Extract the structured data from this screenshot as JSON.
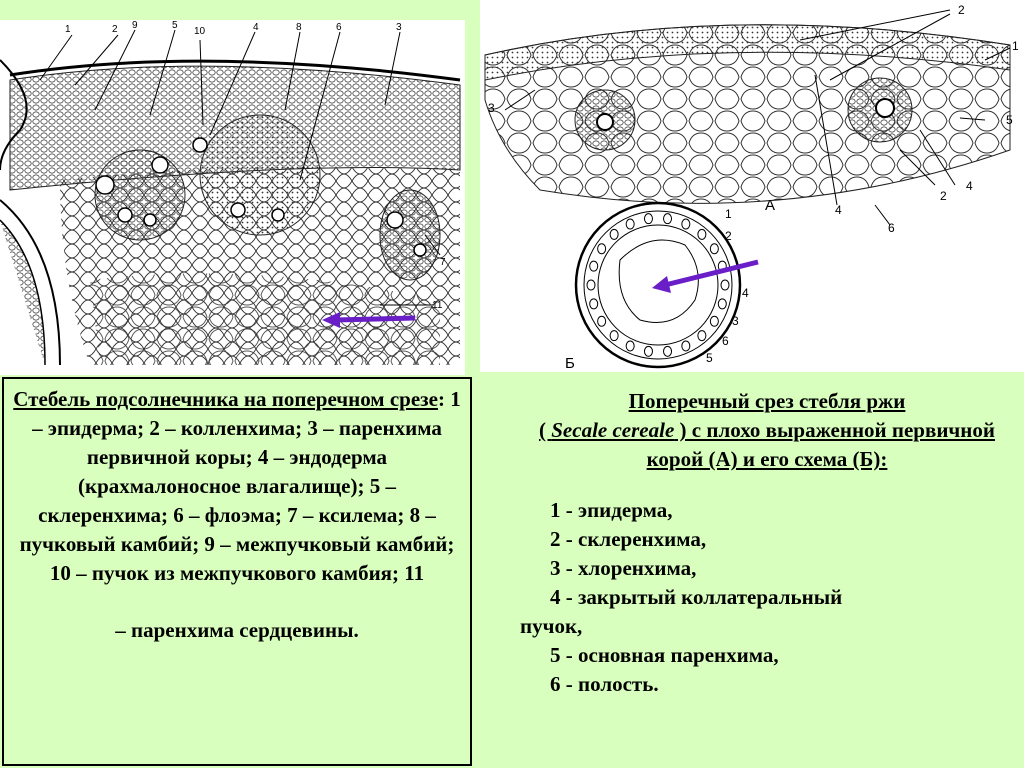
{
  "left_figure": {
    "labels": [
      "1",
      "2",
      "9",
      "5",
      "10",
      "4",
      "8",
      "6",
      "3",
      "7",
      "11"
    ]
  },
  "right_figure": {
    "labels_a": [
      "2",
      "1",
      "3",
      "5",
      "4",
      "2",
      "4",
      "6"
    ],
    "label_panel_a": "А",
    "labels_b": [
      "1",
      "2",
      "4",
      "3",
      "6",
      "5"
    ],
    "label_panel_b": "Б"
  },
  "left_caption": {
    "title": "Стебель подсолнечника на поперечном срезе",
    "body": ": 1 – эпидерма; 2 – колленхима; 3 – паренхима первичной коры; 4 – эндодерма (крахмалоносное влагалище); 5 – склеренхима; 6 – флоэма; 7 – ксилема; 8 – пучковый камбий; 9 – межпучковый камбий; 10 – пучок из межпучкового камбия; 11",
    "tail": "– паренхима сердцевины."
  },
  "right_caption": {
    "title_line1": "Поперечный срез стебля ржи",
    "title_open": "( ",
    "species": "Secale cereale",
    "title_rest": " ) с плохо выраженной первичной корой (А) и его схема (Б):",
    "items": [
      "1 - эпидерма,",
      "2 - склеренхима,",
      "3 - хлоренхима,",
      "4 - закрытый коллатеральный",
      "пучок,",
      "5 - основная паренхима,",
      "6 - полость."
    ]
  },
  "colors": {
    "background": "#d9ffbf",
    "arrow": "#6a1ec8"
  }
}
